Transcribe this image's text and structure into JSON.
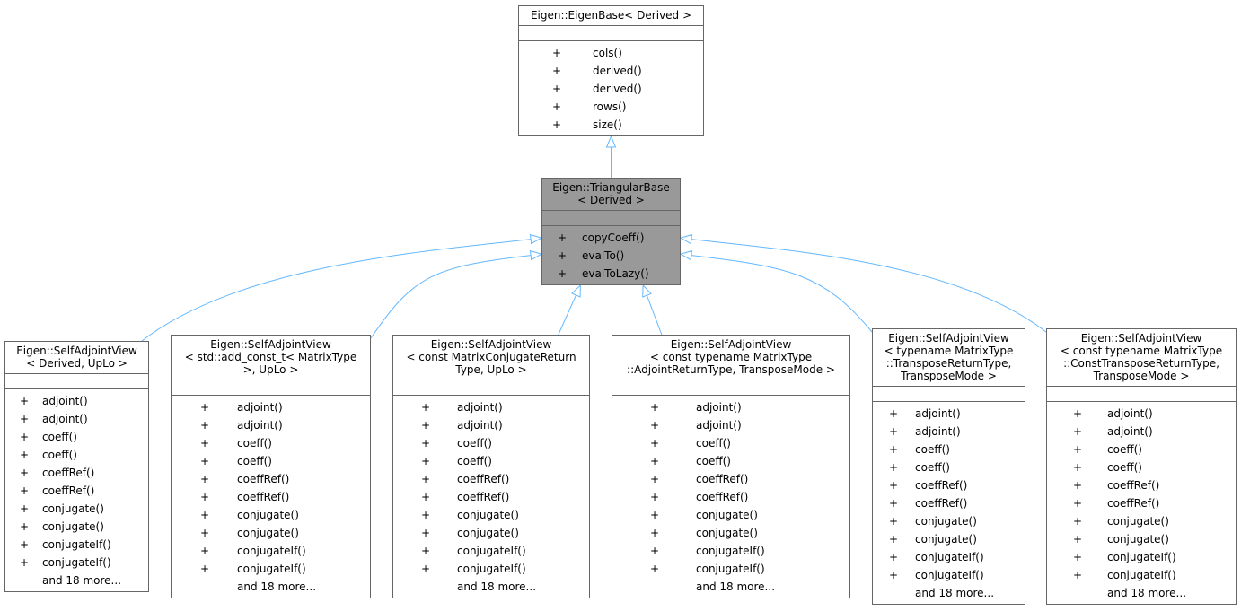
{
  "diagram": {
    "nodes": [
      {
        "id": "eigenbase",
        "title": [
          "Eigen::EigenBase< Derived >"
        ],
        "methods": [
          {
            "vis": "+",
            "name": "cols()"
          },
          {
            "vis": "+",
            "name": "derived()"
          },
          {
            "vis": "+",
            "name": "derived()"
          },
          {
            "vis": "+",
            "name": "rows()"
          },
          {
            "vis": "+",
            "name": "size()"
          }
        ],
        "more": ""
      },
      {
        "id": "triangularbase",
        "title": [
          "Eigen::TriangularBase",
          "< Derived >"
        ],
        "methods": [
          {
            "vis": "+",
            "name": "copyCoeff()"
          },
          {
            "vis": "+",
            "name": "evalTo()"
          },
          {
            "vis": "+",
            "name": "evalToLazy()"
          }
        ],
        "more": ""
      },
      {
        "id": "sav1",
        "title": [
          "Eigen::SelfAdjointView",
          "< Derived, UpLo >"
        ],
        "methods": [
          {
            "vis": "+",
            "name": "adjoint()"
          },
          {
            "vis": "+",
            "name": "adjoint()"
          },
          {
            "vis": "+",
            "name": "coeff()"
          },
          {
            "vis": "+",
            "name": "coeff()"
          },
          {
            "vis": "+",
            "name": "coeffRef()"
          },
          {
            "vis": "+",
            "name": "coeffRef()"
          },
          {
            "vis": "+",
            "name": "conjugate()"
          },
          {
            "vis": "+",
            "name": "conjugate()"
          },
          {
            "vis": "+",
            "name": "conjugateIf()"
          },
          {
            "vis": "+",
            "name": "conjugateIf()"
          }
        ],
        "more": "and 18 more..."
      },
      {
        "id": "sav2",
        "title": [
          "Eigen::SelfAdjointView",
          "< std::add_const_t< MatrixType",
          ">, UpLo >"
        ],
        "methods": [
          {
            "vis": "+",
            "name": "adjoint()"
          },
          {
            "vis": "+",
            "name": "adjoint()"
          },
          {
            "vis": "+",
            "name": "coeff()"
          },
          {
            "vis": "+",
            "name": "coeff()"
          },
          {
            "vis": "+",
            "name": "coeffRef()"
          },
          {
            "vis": "+",
            "name": "coeffRef()"
          },
          {
            "vis": "+",
            "name": "conjugate()"
          },
          {
            "vis": "+",
            "name": "conjugate()"
          },
          {
            "vis": "+",
            "name": "conjugateIf()"
          },
          {
            "vis": "+",
            "name": "conjugateIf()"
          }
        ],
        "more": "and 18 more..."
      },
      {
        "id": "sav3",
        "title": [
          "Eigen::SelfAdjointView",
          "< const MatrixConjugateReturn",
          "Type, UpLo >"
        ],
        "methods": [
          {
            "vis": "+",
            "name": "adjoint()"
          },
          {
            "vis": "+",
            "name": "adjoint()"
          },
          {
            "vis": "+",
            "name": "coeff()"
          },
          {
            "vis": "+",
            "name": "coeff()"
          },
          {
            "vis": "+",
            "name": "coeffRef()"
          },
          {
            "vis": "+",
            "name": "coeffRef()"
          },
          {
            "vis": "+",
            "name": "conjugate()"
          },
          {
            "vis": "+",
            "name": "conjugate()"
          },
          {
            "vis": "+",
            "name": "conjugateIf()"
          },
          {
            "vis": "+",
            "name": "conjugateIf()"
          }
        ],
        "more": "and 18 more..."
      },
      {
        "id": "sav4",
        "title": [
          "Eigen::SelfAdjointView",
          "< const typename MatrixType",
          "::AdjointReturnType, TransposeMode >"
        ],
        "methods": [
          {
            "vis": "+",
            "name": "adjoint()"
          },
          {
            "vis": "+",
            "name": "adjoint()"
          },
          {
            "vis": "+",
            "name": "coeff()"
          },
          {
            "vis": "+",
            "name": "coeff()"
          },
          {
            "vis": "+",
            "name": "coeffRef()"
          },
          {
            "vis": "+",
            "name": "coeffRef()"
          },
          {
            "vis": "+",
            "name": "conjugate()"
          },
          {
            "vis": "+",
            "name": "conjugate()"
          },
          {
            "vis": "+",
            "name": "conjugateIf()"
          },
          {
            "vis": "+",
            "name": "conjugateIf()"
          }
        ],
        "more": "and 18 more..."
      },
      {
        "id": "sav5",
        "title": [
          "Eigen::SelfAdjointView",
          "< typename MatrixType",
          "::TransposeReturnType,",
          "TransposeMode >"
        ],
        "methods": [
          {
            "vis": "+",
            "name": "adjoint()"
          },
          {
            "vis": "+",
            "name": "adjoint()"
          },
          {
            "vis": "+",
            "name": "coeff()"
          },
          {
            "vis": "+",
            "name": "coeff()"
          },
          {
            "vis": "+",
            "name": "coeffRef()"
          },
          {
            "vis": "+",
            "name": "coeffRef()"
          },
          {
            "vis": "+",
            "name": "conjugate()"
          },
          {
            "vis": "+",
            "name": "conjugate()"
          },
          {
            "vis": "+",
            "name": "conjugateIf()"
          },
          {
            "vis": "+",
            "name": "conjugateIf()"
          }
        ],
        "more": "and 18 more..."
      },
      {
        "id": "sav6",
        "title": [
          "Eigen::SelfAdjointView",
          "< const typename MatrixType",
          "::ConstTransposeReturnType,",
          "TransposeMode >"
        ],
        "methods": [
          {
            "vis": "+",
            "name": "adjoint()"
          },
          {
            "vis": "+",
            "name": "adjoint()"
          },
          {
            "vis": "+",
            "name": "coeff()"
          },
          {
            "vis": "+",
            "name": "coeff()"
          },
          {
            "vis": "+",
            "name": "coeffRef()"
          },
          {
            "vis": "+",
            "name": "coeffRef()"
          },
          {
            "vis": "+",
            "name": "conjugate()"
          },
          {
            "vis": "+",
            "name": "conjugate()"
          },
          {
            "vis": "+",
            "name": "conjugateIf()"
          },
          {
            "vis": "+",
            "name": "conjugateIf()"
          }
        ],
        "more": "and 18 more..."
      }
    ],
    "edges": [
      {
        "from": "triangularbase",
        "to": "eigenbase"
      },
      {
        "from": "sav1",
        "to": "triangularbase"
      },
      {
        "from": "sav2",
        "to": "triangularbase"
      },
      {
        "from": "sav3",
        "to": "triangularbase"
      },
      {
        "from": "sav4",
        "to": "triangularbase"
      },
      {
        "from": "sav5",
        "to": "triangularbase"
      },
      {
        "from": "sav6",
        "to": "triangularbase"
      }
    ],
    "colors": {
      "edge": "#63b8ff",
      "border": "#666666",
      "focus_fill": "#999999",
      "node_fill": "#ffffff"
    }
  }
}
